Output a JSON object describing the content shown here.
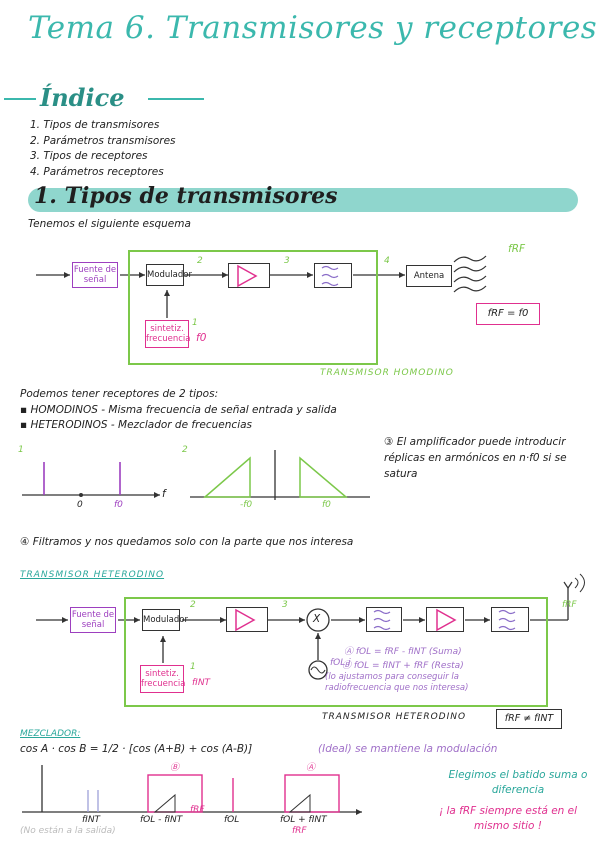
{
  "title": "Tema 6. Transmisores y receptores",
  "indice": {
    "heading": "Índice",
    "items": [
      "1. Tipos de transmisores",
      "2. Parámetros transmisores",
      "3. Tipos de receptores",
      "4. Parámetros receptores"
    ]
  },
  "section1": {
    "heading": "1. Tipos de transmisores",
    "intro": "Tenemos el siguiente esquema"
  },
  "homodino": {
    "blocks": {
      "source": "Fuente de señal",
      "modulator": "Modulador",
      "synth": "sintetiz. frecuencia",
      "antenna": "Antena"
    },
    "f0": "f0",
    "frf_label": "fRF",
    "frf_eq": "fRF = f0",
    "markers": [
      "1",
      "2",
      "3",
      "4"
    ],
    "caption": "TRANSMISOR HOMODINO"
  },
  "types": {
    "intro": "Podemos tener receptores de 2 tipos:",
    "bullets": [
      "HOMODINOS - Misma frecuencia de señal entrada y salida",
      "HETERODINOS - Mezclador de frecuencias"
    ],
    "note3": "③ El amplificador puede introducir réplicas en armónicos en n·f0 si se satura",
    "axis_labels": {
      "zero": "0",
      "f0": "f0",
      "f": "f",
      "neg_f0": "-f0",
      "pos_f0": "f0"
    },
    "note4": "④ Filtramos y nos quedamos solo con la parte que nos interesa"
  },
  "heterodino": {
    "heading": "TRANSMISOR HETERODINO",
    "blocks": {
      "source": "Fuente de señal",
      "modulator": "Modulador",
      "synth": "sintetiz. frecuencia",
      "mixer": "X"
    },
    "fint": "fINT",
    "frf_label": "fRF",
    "eq_a": "Ⓐ fOL = fRF - fINT (Suma)",
    "eq_b": "Ⓑ fOL = fINT + fRF (Resta)",
    "fol_i": "fOL i",
    "note": "(lo ajustamos para conseguir la radiofrecuencia que nos interesa)",
    "caption": "TRANSMISOR HETERODINO",
    "frf_neq": "fRF ≠ fINT"
  },
  "mezclador": {
    "heading": "MEZCLADOR:",
    "formula": "cos A · cos B = 1/2 · [cos (A+B) + cos (A-B)]",
    "ideal": "(Ideal) se mantiene la modulación",
    "note_batido": "Elegimos el batido suma o diferencia",
    "note_siempre": "¡ la fRF siempre está en el mismo sitio !",
    "spectrum_labels": {
      "fint": "fINT",
      "diff": "fOL - fINT",
      "frf1": "fRF",
      "fol": "fOL",
      "sum": "fOL + fINT",
      "frf2": "fRF",
      "mark_b": "Ⓑ",
      "mark_a": "Ⓐ"
    },
    "footnote": "(No están a la salida)"
  },
  "colors": {
    "teal": "#3bb8ad",
    "green": "#7cc84a",
    "pink": "#e0308f",
    "purple": "#9d3fbf"
  }
}
